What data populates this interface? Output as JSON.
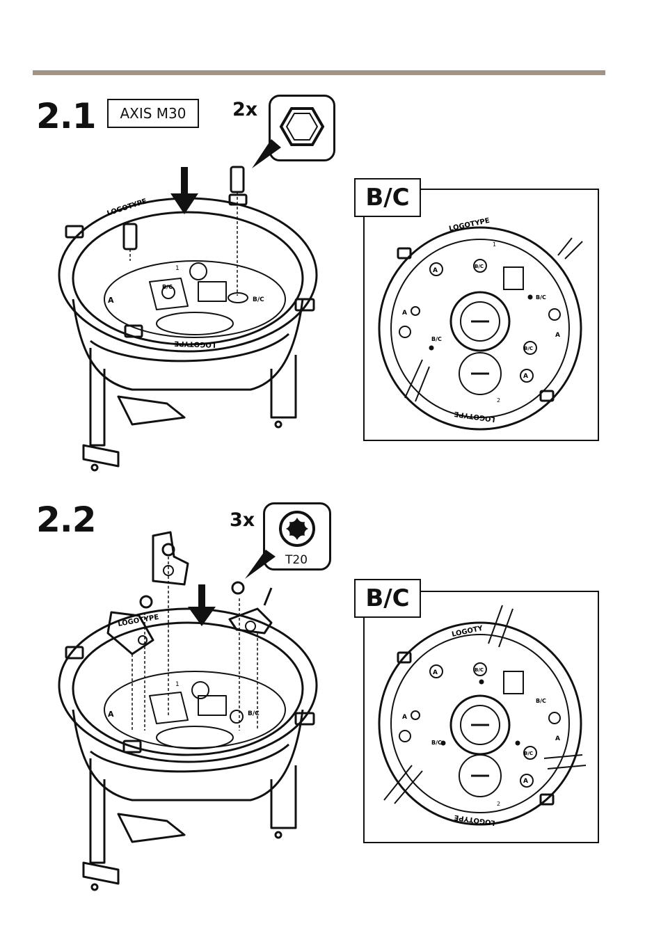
{
  "steps": [
    {
      "number": "2.1",
      "model": "AXIS M30",
      "quantity": "2x",
      "tool_icon": "hex-standoff-icon",
      "detail_tag": "B/C",
      "labels": {
        "logotype": "LOGOTYPE",
        "a": "A",
        "bc": "B/C",
        "one": "1",
        "two": "2"
      }
    },
    {
      "number": "2.2",
      "quantity": "3x",
      "tool_icon": "torx-screw-icon",
      "tool_size": "T20",
      "detail_tag": "B/C",
      "labels": {
        "logotype": "LOGOTYPE",
        "logoty": "LOGOTY",
        "a": "A",
        "bc": "B/C",
        "one": "1",
        "two": "2"
      }
    }
  ],
  "colors": {
    "rule": "#a39385",
    "ink": "#111111"
  }
}
